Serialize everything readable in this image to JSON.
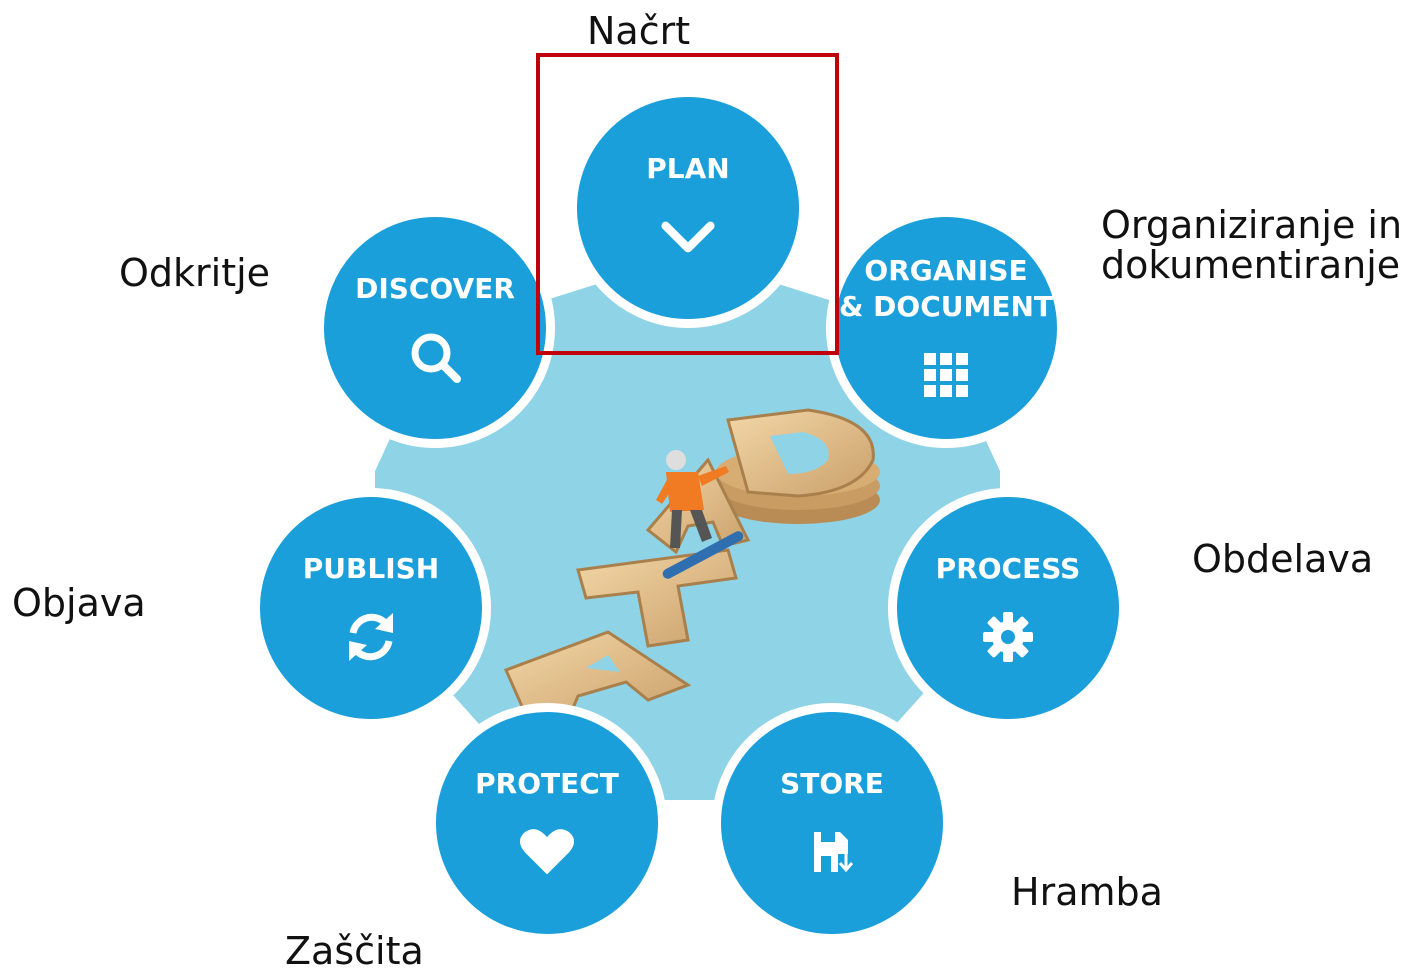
{
  "colors": {
    "node": "#1a9fdb",
    "hub": "#8fd3e6",
    "highlight": "#c0000a",
    "caption": "#111111"
  },
  "nodes": {
    "plan": {
      "label": "PLAN",
      "icon": "chevron-down-icon"
    },
    "organise": {
      "label": "ORGANISE\n& DOCUMENT",
      "icon": "grid-icon"
    },
    "process": {
      "label": "PROCESS",
      "icon": "gear-icon"
    },
    "store": {
      "label": "STORE",
      "icon": "save-icon"
    },
    "protect": {
      "label": "PROTECT",
      "icon": "heart-icon"
    },
    "publish": {
      "label": "PUBLISH",
      "icon": "refresh-icon"
    },
    "discover": {
      "label": "DISCOVER",
      "icon": "search-icon"
    }
  },
  "captions": {
    "plan": "Načrt",
    "organise": "Organiziranje in\ndokumentiranje",
    "process": "Obdelava",
    "store": "Hramba",
    "protect": "Zaščita",
    "publish": "Objava",
    "discover": "Odkritje"
  },
  "center": {
    "image": "data-letters-snowboarder-illustration"
  }
}
